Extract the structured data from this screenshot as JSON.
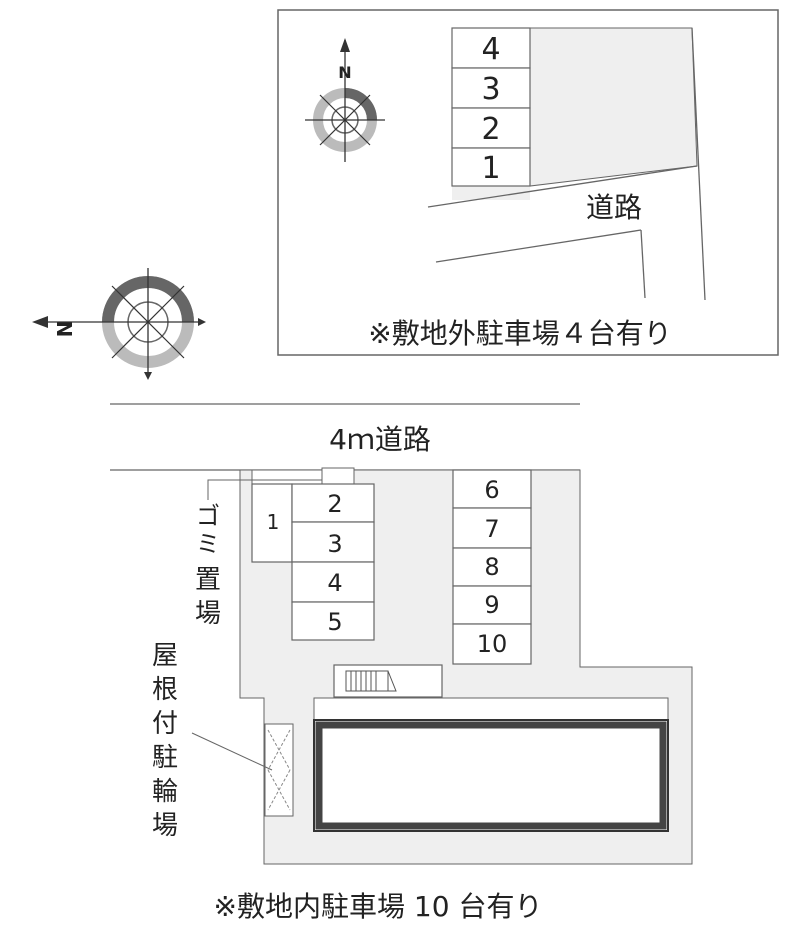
{
  "inset": {
    "spaces": [
      "4",
      "3",
      "2",
      "1"
    ],
    "road_label": "道路",
    "caption": "※敷地外駐車場４台有り",
    "compass_letter": "N"
  },
  "main": {
    "compass_letter": "N",
    "road_label": "4ｍ道路",
    "space_1": "1",
    "spaces_left": [
      "2",
      "3",
      "4",
      "5"
    ],
    "spaces_right": [
      "6",
      "7",
      "8",
      "9",
      "10"
    ],
    "garbage_label": [
      "ゴ",
      "ミ",
      "置",
      "場"
    ],
    "bike_label": [
      "屋",
      "根",
      "付",
      "駐",
      "輪",
      "場"
    ],
    "caption": "※敷地内駐車場 10 台有り"
  },
  "colors": {
    "lot_fill": "#efefef",
    "line": "#666666",
    "building_border": "#333333",
    "compass_dark": "#666666",
    "compass_light": "#bbbbbb"
  },
  "icons": {
    "compass": "compass-rose-icon",
    "stairs": "stairs-icon",
    "bike_shelter": "bike-shelter-icon"
  }
}
